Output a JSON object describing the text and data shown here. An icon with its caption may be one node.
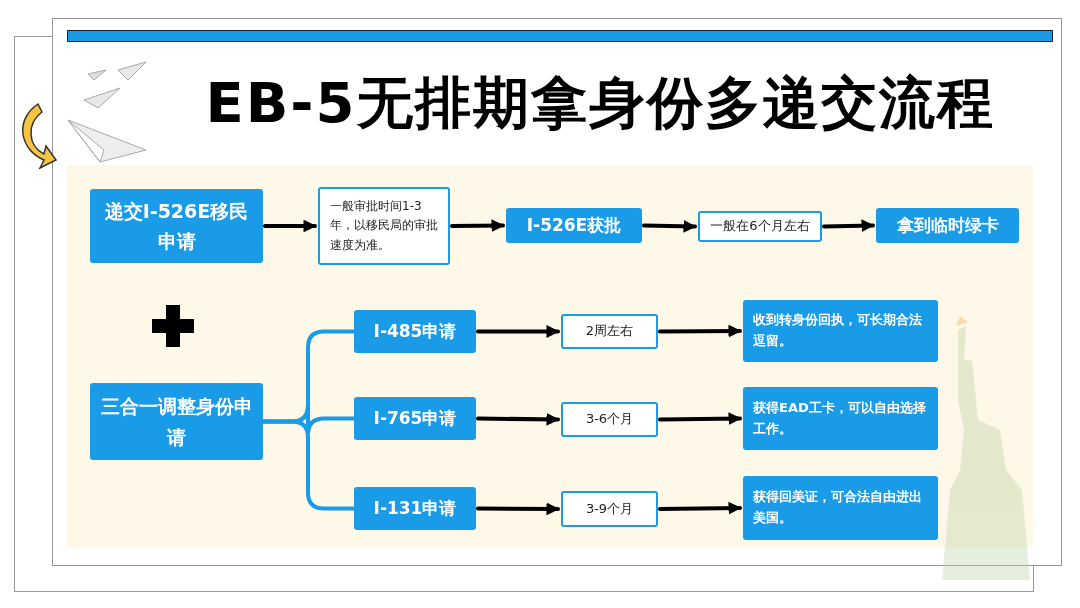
{
  "diagram": {
    "title": "EB-5无排期拿身份多递交流程",
    "nodes": [
      {
        "text": [
          "递交I-526E移民申请"
        ]
      },
      {
        "text": [
          "一般审批时间1-3年，以移民局的审批速度为准。"
        ]
      },
      {
        "text": [
          "I-526E获批"
        ]
      },
      {
        "text": [
          "一般在6个月左右"
        ]
      },
      {
        "text": [
          "拿到临时绿卡"
        ]
      },
      {
        "text": [
          "三合一调整身份申请"
        ]
      },
      {
        "text": [
          "I-485申请"
        ]
      },
      {
        "text": [
          "2周左右"
        ]
      },
      {
        "text": [
          "收到转身份回执，可长期合法逗留。"
        ]
      },
      {
        "text": [
          "I-765申请"
        ]
      },
      {
        "text": [
          "3-6个月"
        ]
      },
      {
        "text": [
          "获得EAD工卡，可以自由选择工作。"
        ]
      },
      {
        "text": [
          "I-131申请"
        ]
      },
      {
        "text": [
          "3-9个月"
        ]
      },
      {
        "text": [
          "获得回美证，可合法自由进出美国。"
        ]
      }
    ],
    "edges": [
      {
        "from": 0,
        "to": 1,
        "arrow": "to"
      },
      {
        "from": 1,
        "to": 2,
        "arrow": "to"
      },
      {
        "from": 2,
        "to": 3,
        "arrow": "to"
      },
      {
        "from": 3,
        "to": 4,
        "arrow": "to"
      },
      {
        "from": 5,
        "to": 6,
        "arrow": "none",
        "color": "#1a9be8"
      },
      {
        "from": 5,
        "to": 9,
        "arrow": "none",
        "color": "#1a9be8"
      },
      {
        "from": 5,
        "to": 12,
        "arrow": "none",
        "color": "#1a9be8"
      },
      {
        "from": 6,
        "to": 7,
        "arrow": "to"
      },
      {
        "from": 7,
        "to": 8,
        "arrow": "to"
      },
      {
        "from": 9,
        "to": 10,
        "arrow": "to"
      },
      {
        "from": 10,
        "to": 11,
        "arrow": "to"
      },
      {
        "from": 12,
        "to": 13,
        "arrow": "to"
      },
      {
        "from": 13,
        "to": 14,
        "arrow": "to"
      }
    ]
  }
}
